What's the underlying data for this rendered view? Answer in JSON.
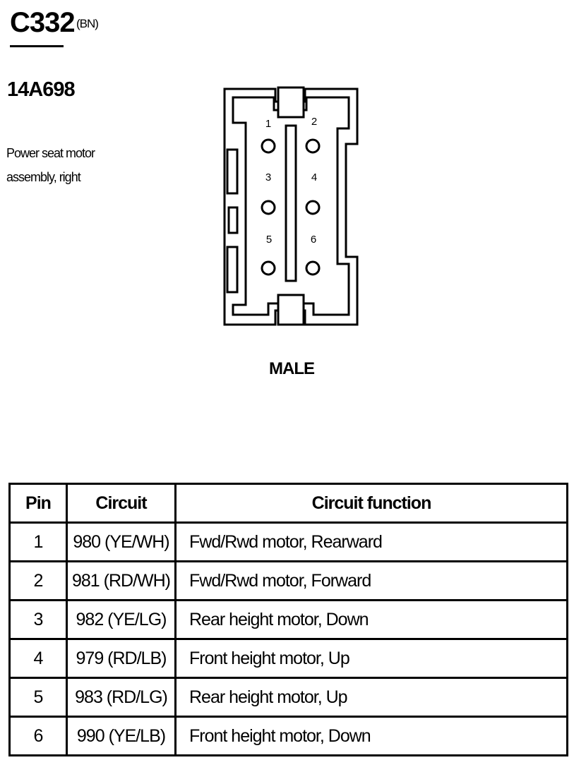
{
  "header": {
    "connector_id": "C332",
    "connector_color": "(BN)",
    "part_number": "14A698",
    "component_line1": "Power seat motor",
    "component_line2": "assembly, right"
  },
  "connector": {
    "gender": "MALE",
    "pins": [
      "1",
      "2",
      "3",
      "4",
      "5",
      "6"
    ]
  },
  "table": {
    "headers": [
      "Pin",
      "Circuit",
      "Circuit function"
    ],
    "rows": [
      {
        "pin": "1",
        "circuit": "980 (YE/WH)",
        "function": "Fwd/Rwd motor, Rearward"
      },
      {
        "pin": "2",
        "circuit": "981 (RD/WH)",
        "function": "Fwd/Rwd motor, Forward"
      },
      {
        "pin": "3",
        "circuit": "982 (YE/LG)",
        "function": "Rear height motor, Down"
      },
      {
        "pin": "4",
        "circuit": "979 (RD/LB)",
        "function": "Front height motor, Up"
      },
      {
        "pin": "5",
        "circuit": "983 (RD/LG)",
        "function": "Rear height motor, Up"
      },
      {
        "pin": "6",
        "circuit": "990 (YE/LB)",
        "function": "Front height motor, Down"
      }
    ]
  }
}
